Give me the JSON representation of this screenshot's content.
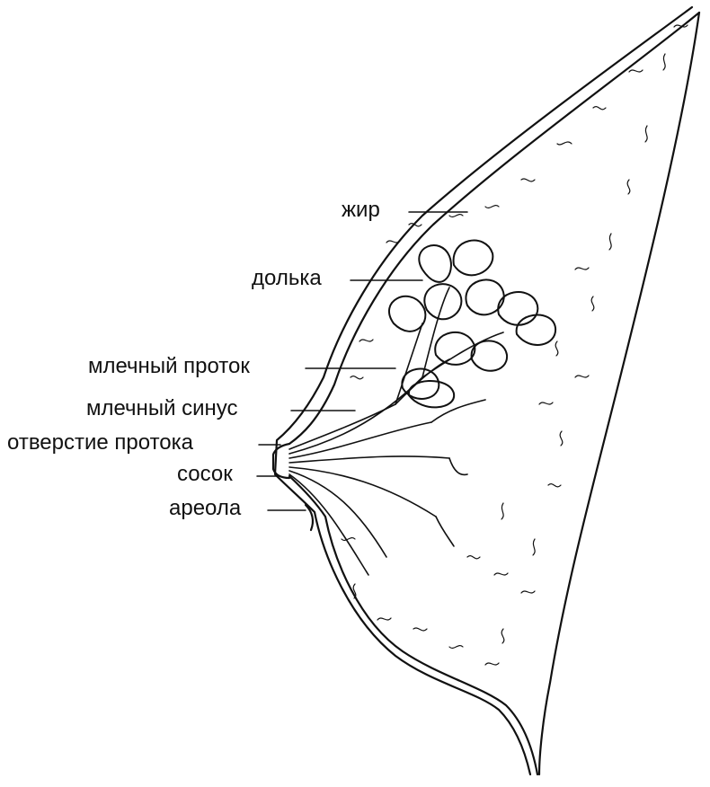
{
  "labels": {
    "fat": "жир",
    "lobule": "долька",
    "milk_duct": "млечный проток",
    "milk_sinus": "млечный синус",
    "duct_opening": "отверстие протока",
    "nipple": "сосок",
    "areola": "ареола"
  },
  "colors": {
    "ink": "#111111",
    "background": "#ffffff"
  }
}
